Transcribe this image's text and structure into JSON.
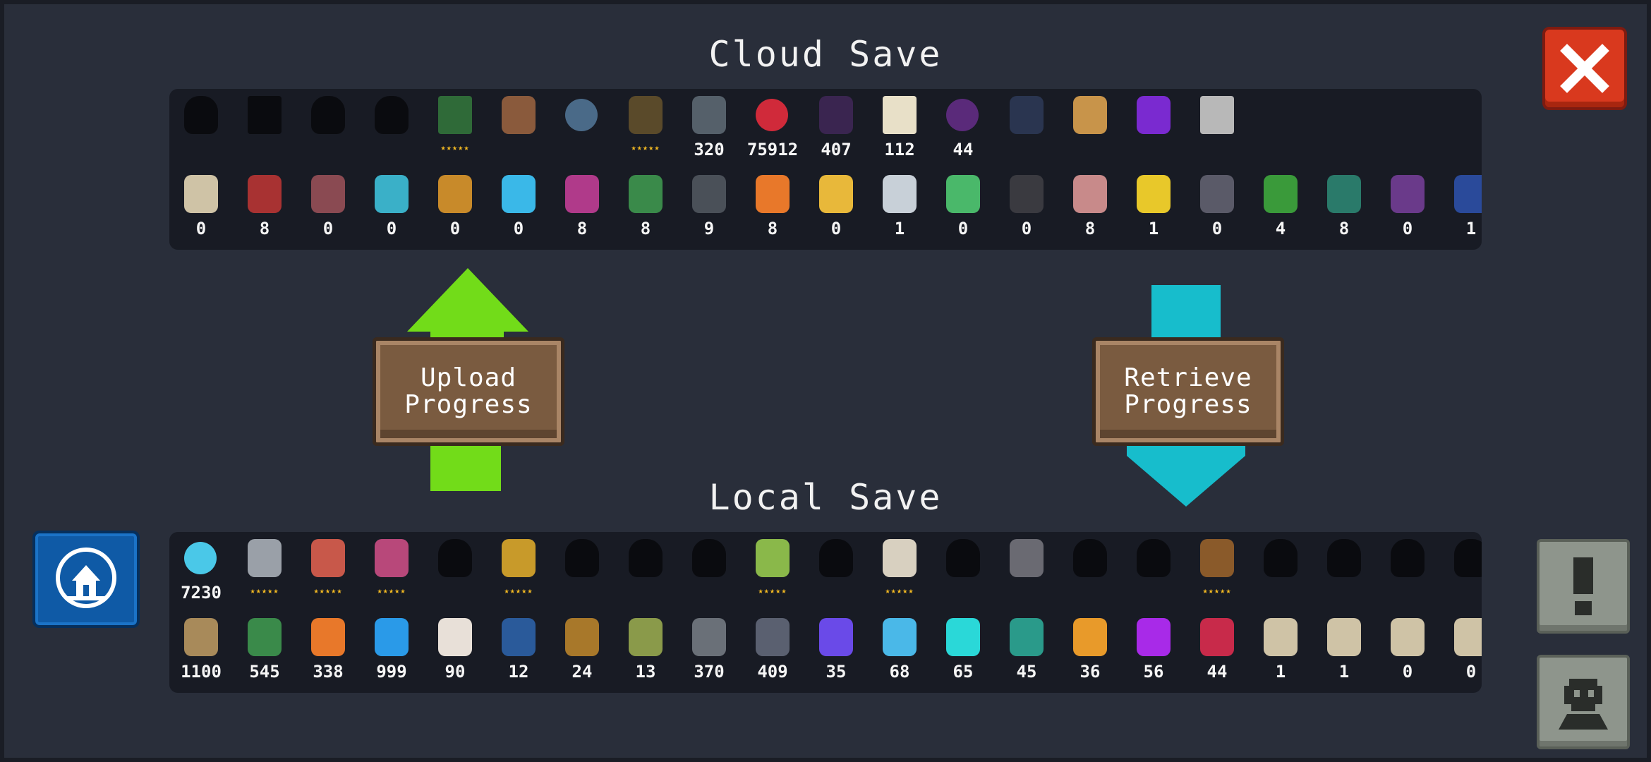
{
  "cloud": {
    "title": "Cloud Save",
    "row1": [
      {
        "icon": "locked-character-silhouette",
        "value": "",
        "stars": "",
        "color": "#0a0b0f",
        "shape": "sil"
      },
      {
        "icon": "locked-character-silhouette",
        "value": "",
        "stars": "",
        "color": "#0a0b0f",
        "shape": "sq"
      },
      {
        "icon": "locked-character-silhouette",
        "value": "",
        "stars": "",
        "color": "#0a0b0f",
        "shape": "sil"
      },
      {
        "icon": "locked-character-silhouette",
        "value": "",
        "stars": "",
        "color": "#0a0b0f",
        "shape": "sil"
      },
      {
        "icon": "green-cabinet-icon",
        "value": "",
        "stars": "★★★★★",
        "color": "#2f6a38",
        "shape": "sq"
      },
      {
        "icon": "tool-item-icon",
        "value": "",
        "stars": "",
        "color": "#8a5a3c",
        "shape": ""
      },
      {
        "icon": "orb-item-icon",
        "value": "",
        "stars": "",
        "color": "#4a6a88",
        "shape": "round"
      },
      {
        "icon": "plant-sprout-icon",
        "value": "",
        "stars": "★★★★★",
        "color": "#5a4a2a",
        "shape": ""
      },
      {
        "icon": "gun-icon",
        "value": "320",
        "stars": "",
        "color": "#55606a",
        "shape": ""
      },
      {
        "icon": "red-slime-icon",
        "value": "75912",
        "stars": "",
        "color": "#d02a3a",
        "shape": "round"
      },
      {
        "icon": "purple-beast-icon",
        "value": "407",
        "stars": "",
        "color": "#3a2550",
        "shape": ""
      },
      {
        "icon": "scroll-card-icon",
        "value": "112",
        "stars": "",
        "color": "#e8e0c8",
        "shape": "sq"
      },
      {
        "icon": "purple-demon-icon",
        "value": "44",
        "stars": "",
        "color": "#5a2a7a",
        "shape": "round"
      },
      {
        "icon": "black-cat-icon",
        "value": "",
        "stars": "",
        "color": "#2a3550",
        "shape": ""
      },
      {
        "icon": "dog-pet-icon",
        "value": "",
        "stars": "",
        "color": "#c8944a",
        "shape": ""
      },
      {
        "icon": "purple-rocket-icon",
        "value": "",
        "stars": "",
        "color": "#7a2ad0",
        "shape": ""
      },
      {
        "icon": "tap-tile-icon",
        "value": "",
        "stars": "",
        "color": "#b8b8b8",
        "shape": "sq"
      }
    ],
    "row2": [
      {
        "icon": "parchment-scroll-icon",
        "value": "0",
        "color": "#cfc3a6"
      },
      {
        "icon": "red-gadget-icon",
        "value": "8",
        "color": "#a83232"
      },
      {
        "icon": "totem-icon",
        "value": "0",
        "color": "#8a4a52"
      },
      {
        "icon": "cyan-turret-icon",
        "value": "0",
        "color": "#3ab0c8"
      },
      {
        "icon": "orange-machine-icon",
        "value": "0",
        "color": "#c88a2a"
      },
      {
        "icon": "blue-fish-icon",
        "value": "0",
        "color": "#3ab8e8"
      },
      {
        "icon": "pink-gun-icon",
        "value": "8",
        "color": "#b03a8a"
      },
      {
        "icon": "green-hammer-icon",
        "value": "8",
        "color": "#3a8a4a"
      },
      {
        "icon": "stone-slab-icon",
        "value": "9",
        "color": "#4a5058"
      },
      {
        "icon": "carrot-icon",
        "value": "8",
        "color": "#e8782a"
      },
      {
        "icon": "yellow-robot-icon",
        "value": "0",
        "color": "#e8b83a"
      },
      {
        "icon": "white-spiky-icon",
        "value": "1",
        "color": "#c8d0d8"
      },
      {
        "icon": "crystal-plant-icon",
        "value": "0",
        "color": "#4ab86a"
      },
      {
        "icon": "dark-robot-icon",
        "value": "0",
        "color": "#3a3a40"
      },
      {
        "icon": "pink-box-icon",
        "value": "8",
        "color": "#c88a8a"
      },
      {
        "icon": "crescent-moon-icon",
        "value": "1",
        "color": "#e8c82a"
      },
      {
        "icon": "skull-robot-icon",
        "value": "0",
        "color": "#5a5a68"
      },
      {
        "icon": "green-block-icon",
        "value": "4",
        "color": "#3a9a3a"
      },
      {
        "icon": "green-tower-icon",
        "value": "8",
        "color": "#2a7a6a"
      },
      {
        "icon": "purple-card-icon",
        "value": "0",
        "color": "#6a3a8a"
      },
      {
        "icon": "blue-wing-icon",
        "value": "1",
        "color": "#2a4a9a"
      }
    ]
  },
  "local": {
    "title": "Local Save",
    "row1": [
      {
        "icon": "blue-gems-icon",
        "value": "7230",
        "stars": "",
        "color": "#4ac8e8",
        "shape": "round"
      },
      {
        "icon": "knight-character-icon",
        "value": "",
        "stars": "★★★★★",
        "color": "#9aa0a8",
        "shape": ""
      },
      {
        "icon": "rogue-character-icon",
        "value": "",
        "stars": "★★★★★",
        "color": "#c8584a",
        "shape": ""
      },
      {
        "icon": "witch-character-icon",
        "value": "",
        "stars": "★★★★★",
        "color": "#b8487a",
        "shape": ""
      },
      {
        "icon": "locked-character-silhouette",
        "value": "",
        "stars": "",
        "color": "#0a0b0f",
        "shape": "sil"
      },
      {
        "icon": "robot-character-icon",
        "value": "",
        "stars": "★★★★★",
        "color": "#c89a2a",
        "shape": ""
      },
      {
        "icon": "locked-character-silhouette",
        "value": "",
        "stars": "",
        "color": "#0a0b0f",
        "shape": "sil"
      },
      {
        "icon": "locked-character-silhouette",
        "value": "",
        "stars": "",
        "color": "#0a0b0f",
        "shape": "sil"
      },
      {
        "icon": "locked-character-silhouette",
        "value": "",
        "stars": "",
        "color": "#0a0b0f",
        "shape": "sil"
      },
      {
        "icon": "elf-character-icon",
        "value": "",
        "stars": "★★★★★",
        "color": "#8ab84a",
        "shape": ""
      },
      {
        "icon": "locked-character-silhouette",
        "value": "",
        "stars": "",
        "color": "#0a0b0f",
        "shape": "sil"
      },
      {
        "icon": "priest-character-icon",
        "value": "",
        "stars": "★★★★★",
        "color": "#d8d0c0",
        "shape": ""
      },
      {
        "icon": "locked-character-silhouette",
        "value": "",
        "stars": "",
        "color": "#0a0b0f",
        "shape": "sil"
      },
      {
        "icon": "werewolf-character-icon",
        "value": "",
        "stars": "",
        "color": "#6a6a72",
        "shape": ""
      },
      {
        "icon": "locked-character-silhouette",
        "value": "",
        "stars": "",
        "color": "#0a0b0f",
        "shape": "sil"
      },
      {
        "icon": "locked-character-silhouette",
        "value": "",
        "stars": "",
        "color": "#0a0b0f",
        "shape": "sil"
      },
      {
        "icon": "cowboy-character-icon",
        "value": "",
        "stars": "★★★★★",
        "color": "#8a5a2a",
        "shape": ""
      },
      {
        "icon": "locked-character-silhouette",
        "value": "",
        "stars": "",
        "color": "#0a0b0f",
        "shape": "sil"
      },
      {
        "icon": "locked-character-silhouette",
        "value": "",
        "stars": "",
        "color": "#0a0b0f",
        "shape": "sil"
      },
      {
        "icon": "locked-character-silhouette",
        "value": "",
        "stars": "",
        "color": "#0a0b0f",
        "shape": "sil"
      },
      {
        "icon": "locked-character-silhouette",
        "value": "",
        "stars": "",
        "color": "#0a0b0f",
        "shape": "sil"
      }
    ],
    "row2": [
      {
        "icon": "wood-material-icon",
        "value": "1100",
        "color": "#a88a5a"
      },
      {
        "icon": "battery-icon",
        "value": "545",
        "color": "#3a8a4a"
      },
      {
        "icon": "orange-ore-icon",
        "value": "338",
        "color": "#e8782a"
      },
      {
        "icon": "blue-energy-orb-icon",
        "value": "999",
        "color": "#2a9ae8"
      },
      {
        "icon": "seed-bag-icon",
        "value": "90",
        "color": "#e8e0d8"
      },
      {
        "icon": "feather-token-icon",
        "value": "12",
        "color": "#2a5a9a"
      },
      {
        "icon": "hammer-material-icon",
        "value": "24",
        "color": "#a8782a"
      },
      {
        "icon": "fish-material-icon",
        "value": "13",
        "color": "#8a9a4a"
      },
      {
        "icon": "gear-icon",
        "value": "370",
        "color": "#6a7078"
      },
      {
        "icon": "iron-ore-icon",
        "value": "409",
        "color": "#5a6070"
      },
      {
        "icon": "purple-crystal-icon",
        "value": "35",
        "color": "#6a4ae8"
      },
      {
        "icon": "light-blue-crystal-icon",
        "value": "68",
        "color": "#4ab8e8"
      },
      {
        "icon": "cyan-crystal-icon",
        "value": "65",
        "color": "#2ad8d8"
      },
      {
        "icon": "teal-crystal-icon",
        "value": "45",
        "color": "#2a9a8a"
      },
      {
        "icon": "orange-crystal-icon",
        "value": "36",
        "color": "#e89a2a"
      },
      {
        "icon": "violet-crystal-icon",
        "value": "56",
        "color": "#a82ae8"
      },
      {
        "icon": "red-crystal-icon",
        "value": "44",
        "color": "#c82a4a"
      },
      {
        "icon": "parchment-scroll-icon",
        "value": "1",
        "color": "#cfc3a6"
      },
      {
        "icon": "parchment-scroll-icon",
        "value": "1",
        "color": "#cfc3a6"
      },
      {
        "icon": "parchment-scroll-icon",
        "value": "0",
        "color": "#cfc3a6"
      },
      {
        "icon": "parchment-scroll-icon",
        "value": "0",
        "color": "#cfc3a6"
      }
    ]
  },
  "buttons": {
    "upload": "Upload\nProgress",
    "retrieve": "Retrieve\nProgress"
  },
  "icons": {
    "close": "close-icon",
    "profile": "shrine-emblem-icon",
    "alert": "exclamation-icon",
    "character": "character-silhouette-icon"
  },
  "colors": {
    "upload_arrow": "#72dc19",
    "retrieve_arrow": "#17bdcc",
    "close_button": "#d9391e",
    "profile_button": "#0f5aa6",
    "side_button": "#8e958c"
  }
}
